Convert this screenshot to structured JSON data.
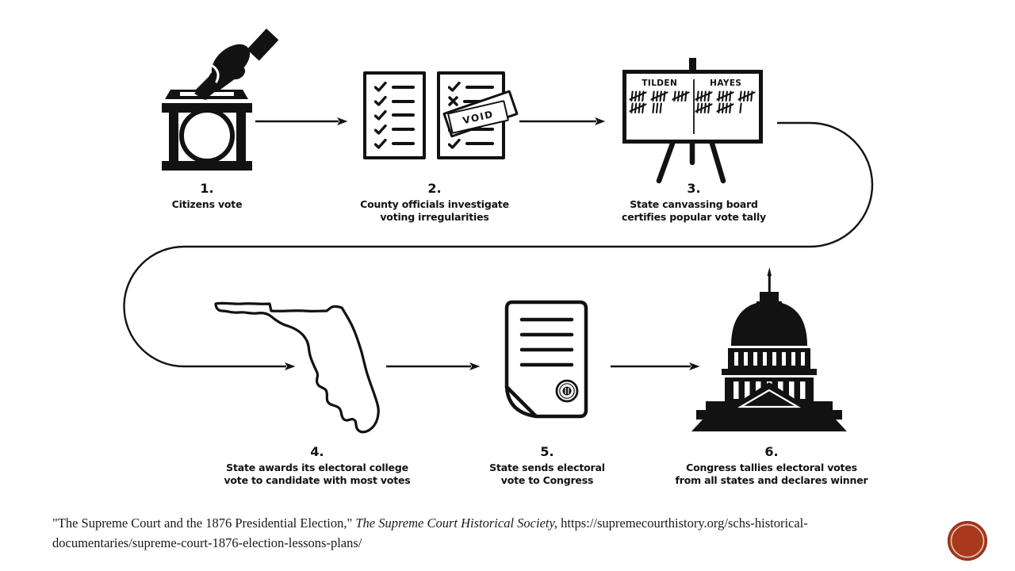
{
  "colors": {
    "ink": "#121212",
    "logo_red": "#a8391c",
    "logo_ring": "#dcc3b1"
  },
  "steps": [
    {
      "number": "1.",
      "caption_lines": [
        "Citizens vote"
      ]
    },
    {
      "number": "2.",
      "caption_lines": [
        "County officials investigate",
        "voting irregularities"
      ]
    },
    {
      "number": "3.",
      "caption_lines": [
        "State canvassing board",
        "certifies popular vote tally"
      ]
    },
    {
      "number": "4.",
      "caption_lines": [
        "State awards its electoral college",
        "vote to candidate with most votes"
      ]
    },
    {
      "number": "5.",
      "caption_lines": [
        "State sends electoral",
        "vote to Congress"
      ]
    },
    {
      "number": "6.",
      "caption_lines": [
        "Congress tallies electoral votes",
        "from all states and declares winner"
      ]
    }
  ],
  "checklists": {
    "left_marks": [
      "check",
      "check",
      "check",
      "check",
      "check"
    ],
    "right_marks": [
      "check",
      "cross",
      "check",
      "check",
      "check"
    ],
    "stamp_label": "VOID"
  },
  "tally_board": {
    "candidates": [
      {
        "name": "TILDEN",
        "tally_rows": [
          [
            5,
            5,
            5
          ],
          [
            5,
            3
          ]
        ]
      },
      {
        "name": "HAYES",
        "tally_rows": [
          [
            5,
            5,
            5
          ],
          [
            5,
            5,
            1
          ]
        ]
      }
    ]
  },
  "citation": {
    "title_quoted": "\"The Supreme Court and the 1876 Presidential Election,\" ",
    "source_italic": "The Supreme Court Historical Society,",
    "url_part1": " https://supremecourthistory.org/schs-historical-",
    "url_part2": "documentaries/supreme-court-1876-election-lessons-plans/"
  }
}
